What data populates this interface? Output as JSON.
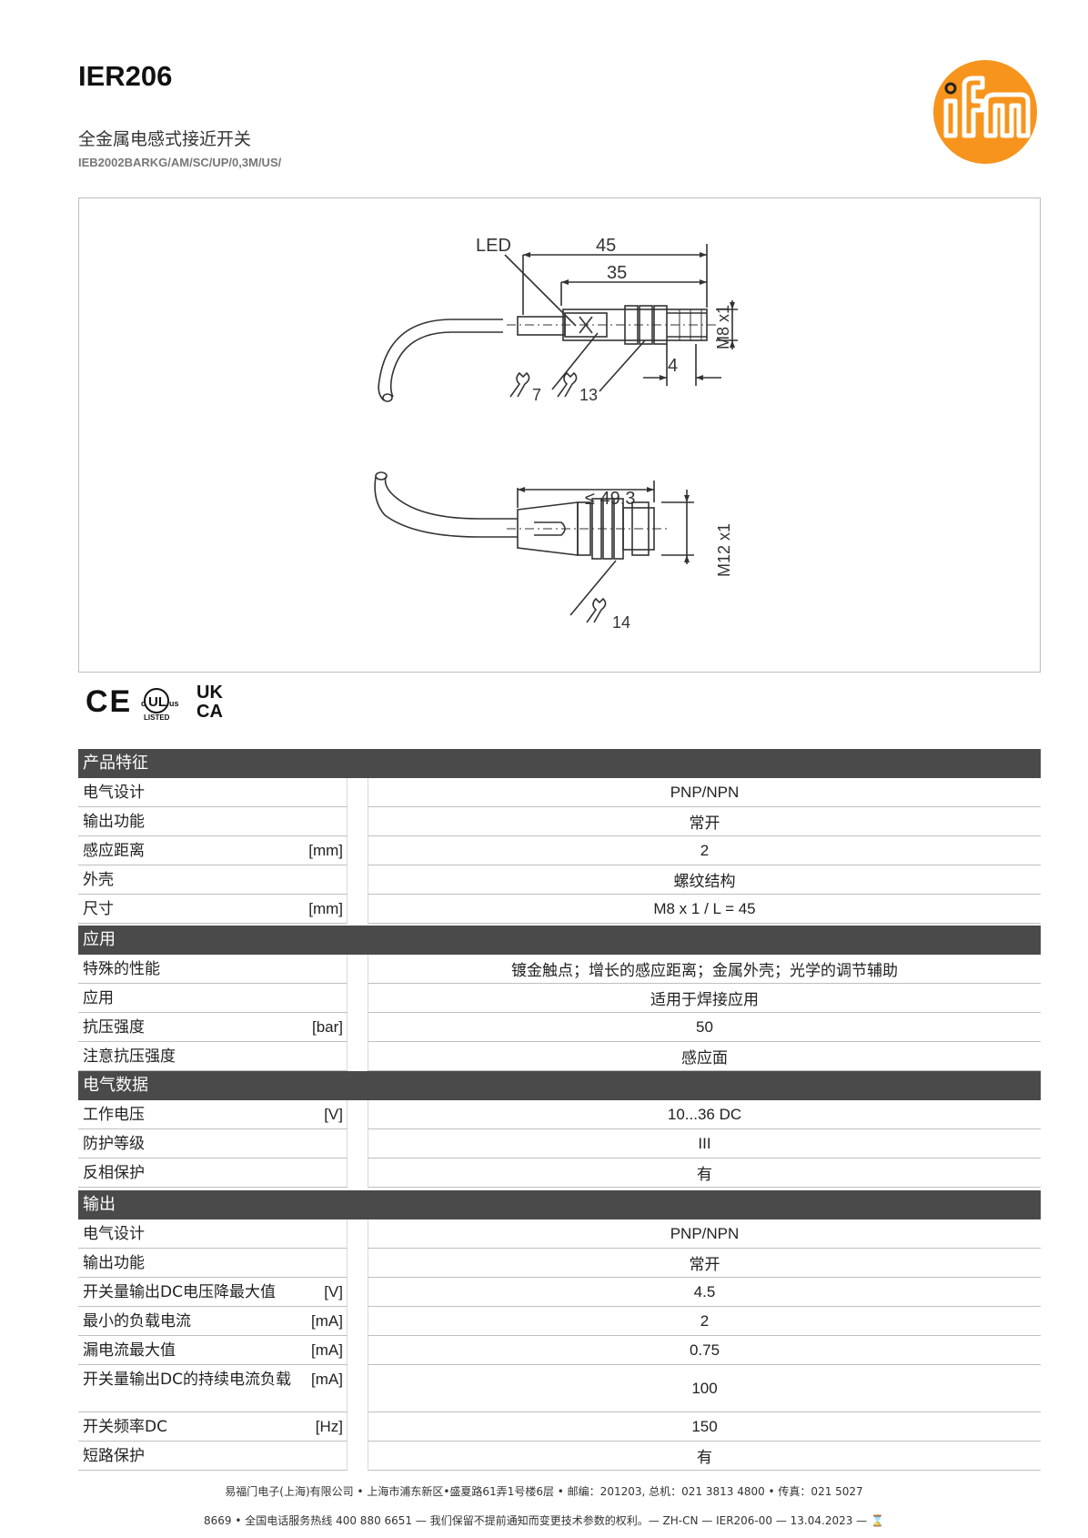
{
  "header": {
    "title": "IER206",
    "subtitle": "全金属电感式接近开关",
    "code": "IEB2002BARKG/AM/SC/UP/0,3M/US/"
  },
  "brand": {
    "logo_text": "ifm",
    "accent": "#f7941d"
  },
  "drawing": {
    "led_label": "LED",
    "dim_45": "45",
    "dim_35": "35",
    "thread_1": "M8 x1",
    "dim_4": "4",
    "wrench_7": "7",
    "wrench_13": "13",
    "dim_493": "≤ 49,3",
    "thread_2": "M12 x1",
    "wrench_14": "14"
  },
  "certs": {
    "ce": "CE",
    "ul_c": "c",
    "ul": "UL",
    "ul_us": "us",
    "ul_listed": "LISTED",
    "ukca_1": "UK",
    "ukca_2": "CA"
  },
  "sections": [
    {
      "title": "产品特征",
      "rows": [
        {
          "label": "电气设计",
          "unit": "",
          "value": "PNP/NPN"
        },
        {
          "label": "输出功能",
          "unit": "",
          "value": "常开"
        },
        {
          "label": "感应距离",
          "unit": "[mm]",
          "value": "2"
        },
        {
          "label": "外壳",
          "unit": "",
          "value": "螺纹结构"
        },
        {
          "label": "尺寸",
          "unit": "[mm]",
          "value": "M8 x 1 / L = 45"
        }
      ]
    },
    {
      "title": "应用",
      "rows": [
        {
          "label": "特殊的性能",
          "unit": "",
          "value": "镀金触点；增长的感应距离；金属外壳；光学的调节辅助"
        },
        {
          "label": "应用",
          "unit": "",
          "value": "适用于焊接应用"
        },
        {
          "label": "抗压强度",
          "unit": "[bar]",
          "value": "50"
        },
        {
          "label": "注意抗压强度",
          "unit": "",
          "value": "感应面"
        }
      ]
    },
    {
      "title": "电气数据",
      "rows": [
        {
          "label": "工作电压",
          "unit": "[V]",
          "value": "10...36 DC"
        },
        {
          "label": "防护等级",
          "unit": "",
          "value": "III"
        },
        {
          "label": "反相保护",
          "unit": "",
          "value": "有"
        }
      ]
    },
    {
      "title": "输出",
      "rows": [
        {
          "label": "电气设计",
          "unit": "",
          "value": "PNP/NPN"
        },
        {
          "label": "输出功能",
          "unit": "",
          "value": "常开"
        },
        {
          "label": "开关量输出DC电压降最大值",
          "unit": "[V]",
          "value": "4.5"
        },
        {
          "label": "最小的负载电流",
          "unit": "[mA]",
          "value": "2"
        },
        {
          "label": "漏电流最大值",
          "unit": "[mA]",
          "value": "0.75"
        },
        {
          "label": "开关量输出DC的持续电流负载",
          "unit": "[mA]",
          "value": "100"
        },
        {
          "label": "开关频率DC",
          "unit": "[Hz]",
          "value": "150"
        },
        {
          "label": "短路保护",
          "unit": "",
          "value": "有"
        }
      ]
    }
  ],
  "footer": {
    "line1": "易福门电子(上海)有限公司 • 上海市浦东新区•盛夏路61弄1号楼6层 • 邮编：201203, 总机：021 3813 4800 • 传真：021 5027",
    "line2": "8669 • 全国电话服务热线 400 880 6651 — 我们保留不提前通知而变更技术参数的权利。— ZH-CN — IER206-00 — 13.04.2023 — ⌛"
  }
}
